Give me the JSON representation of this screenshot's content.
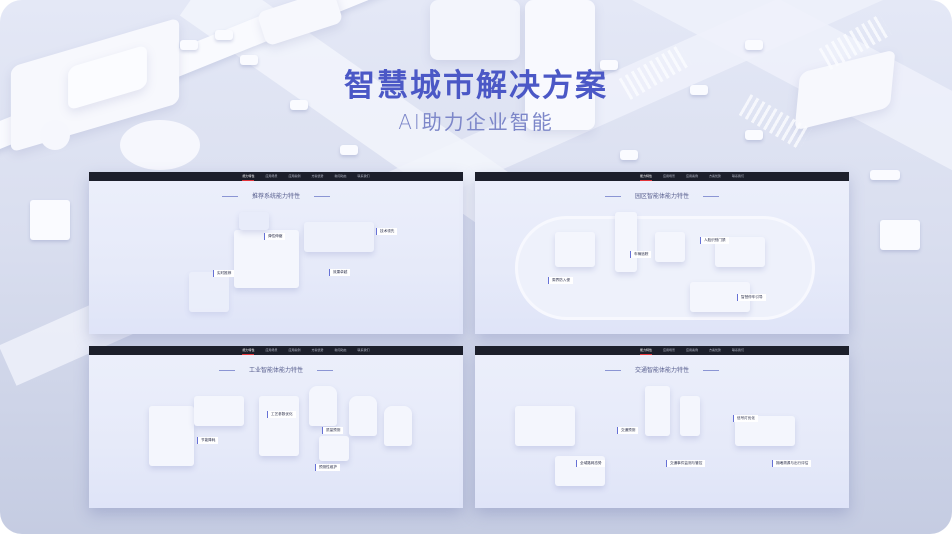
{
  "hero": {
    "title": "智慧城市解决方案",
    "subtitle": "AI助力企业智能"
  },
  "colors": {
    "title": "#4b58c6",
    "subtitle": "#7d87c9",
    "navbar_bg": "#1c1f2b",
    "nav_active_underline": "#e3343a",
    "callout_line": "#6f79db",
    "background": "#d9deef"
  },
  "panels": [
    {
      "title": "推荐系统能力特性",
      "nav": [
        "能力特性",
        "应用场景",
        "应用案例",
        "方案优势",
        "新闻动态",
        "联系我们"
      ],
      "callouts": [
        {
          "label": "弹性伸缩",
          "desc": ""
        },
        {
          "label": "技术领先",
          "desc": ""
        },
        {
          "label": "效果卓越",
          "desc": ""
        },
        {
          "label": "实时推荐",
          "desc": ""
        }
      ]
    },
    {
      "title": "园区智能体能力特性",
      "nav": [
        "能力特性",
        "应用场景",
        "应用案例",
        "方案优势",
        "联系我们"
      ],
      "callouts": [
        {
          "label": "人脸识别门禁",
          "desc": ""
        },
        {
          "label": "车辆追踪",
          "desc": ""
        },
        {
          "label": "周界防入侵",
          "desc": ""
        },
        {
          "label": "智慧停车引导",
          "desc": ""
        }
      ]
    },
    {
      "title": "工业智能体能力特性",
      "nav": [
        "能力特性",
        "应用场景",
        "应用案例",
        "方案优势",
        "新闻动态",
        "联系我们"
      ],
      "callouts": [
        {
          "label": "工艺参数优化",
          "desc": ""
        },
        {
          "label": "质量预测",
          "desc": ""
        },
        {
          "label": "节能降耗",
          "desc": ""
        },
        {
          "label": "预测性维护",
          "desc": ""
        }
      ]
    },
    {
      "title": "交通智能体能力特性",
      "nav": [
        "能力特性",
        "应用场景",
        "应用案例",
        "方案优势",
        "联系我们"
      ],
      "callouts": [
        {
          "label": "信号灯优化",
          "desc": ""
        },
        {
          "label": "交通预测",
          "desc": ""
        },
        {
          "label": "交通事件监测与管控",
          "desc": ""
        },
        {
          "label": "全域路网态势",
          "desc": ""
        },
        {
          "label": "拥堵溯源与出行评估",
          "desc": ""
        }
      ]
    }
  ]
}
